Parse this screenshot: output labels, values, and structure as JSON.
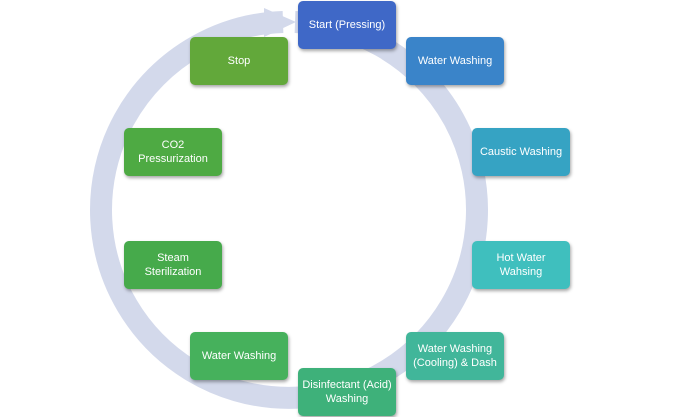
{
  "diagram": {
    "type": "cycle",
    "steps": [
      {
        "label": "Start (Pressing)",
        "color": "#3F68C7"
      },
      {
        "label": "Water Washing",
        "color": "#3A84C9"
      },
      {
        "label": "Caustic Washing",
        "color": "#36A3C3"
      },
      {
        "label": "Hot Water\nWahsing",
        "color": "#3FBFBE"
      },
      {
        "label": "Water Washing\n(Cooling) & Dash",
        "color": "#41B69A"
      },
      {
        "label": "Disinfectant (Acid)\nWashing",
        "color": "#3EB17A"
      },
      {
        "label": "Water Washing",
        "color": "#46B15C"
      },
      {
        "label": "Steam\nSterilization",
        "color": "#46AA4B"
      },
      {
        "label": "CO2\nPressurization",
        "color": "#4EAA43"
      },
      {
        "label": "Stop",
        "color": "#62A83A"
      }
    ],
    "ring_color": "#D3D9EB"
  }
}
